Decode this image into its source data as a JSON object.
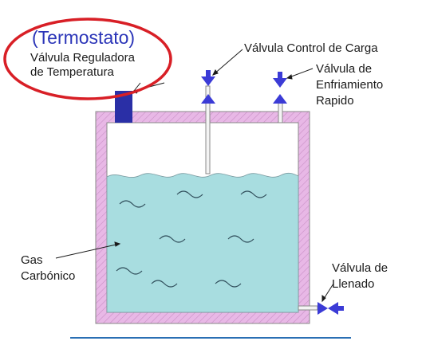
{
  "diagram": {
    "thermostat_title": "(Termostato)",
    "thermostat_line1": "Válvula Reguladora",
    "thermostat_line2": "de Temperatura",
    "load_valve": "Válvula Control de Carga",
    "cooling_valve_line1": "Válvula de",
    "cooling_valve_line2": "Enfriamiento",
    "cooling_valve_line3": "Rapido",
    "gas_line1": "Gas",
    "gas_line2": "Carbónico",
    "fill_valve_line1": "Válvula de",
    "fill_valve_line2": "Llenado"
  },
  "colors": {
    "highlight_ellipse": "#d81f26",
    "title_text": "#2b35b8",
    "liquid": "#a8dde0",
    "tank_wall": "#e8b8e6",
    "valve": "#3b3bd6",
    "regulator": "#2a2fa6"
  }
}
